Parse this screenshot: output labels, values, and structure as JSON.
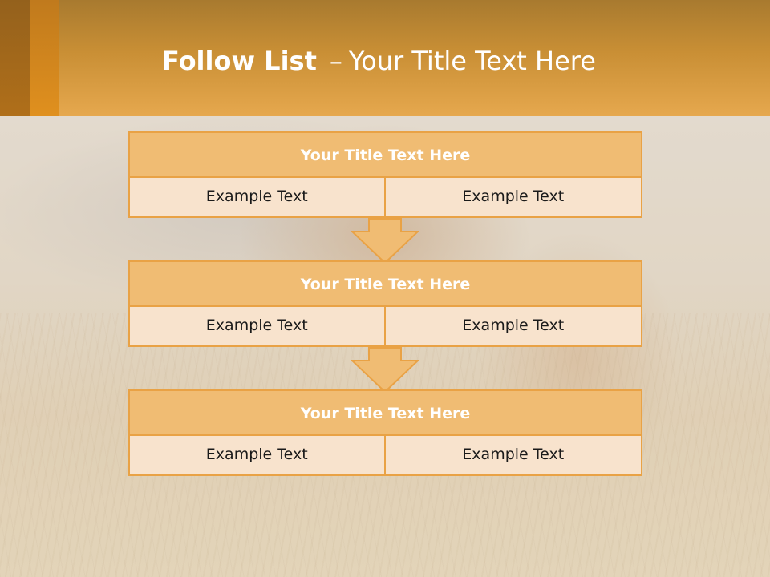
{
  "slide": {
    "title_bold": "Follow List",
    "title_separator": "–",
    "title_rest": "Your Title Text Here"
  },
  "blocks": [
    {
      "title": "Your Title Text Here",
      "left_text": "Example Text",
      "right_text": "Example Text"
    },
    {
      "title": "Your Title Text Here",
      "left_text": "Example Text",
      "right_text": "Example Text"
    },
    {
      "title": "Your Title Text Here",
      "left_text": "Example Text",
      "right_text": "Example Text"
    }
  ],
  "colors": {
    "header": "#e6a84e",
    "block_title_fill": "#f0bc73",
    "block_border": "#e9a245",
    "cell_fill": "#f8e3cd",
    "arrow_fill": "#f0bc73"
  },
  "icons": [
    "down-arrow-icon",
    "down-arrow-icon"
  ]
}
